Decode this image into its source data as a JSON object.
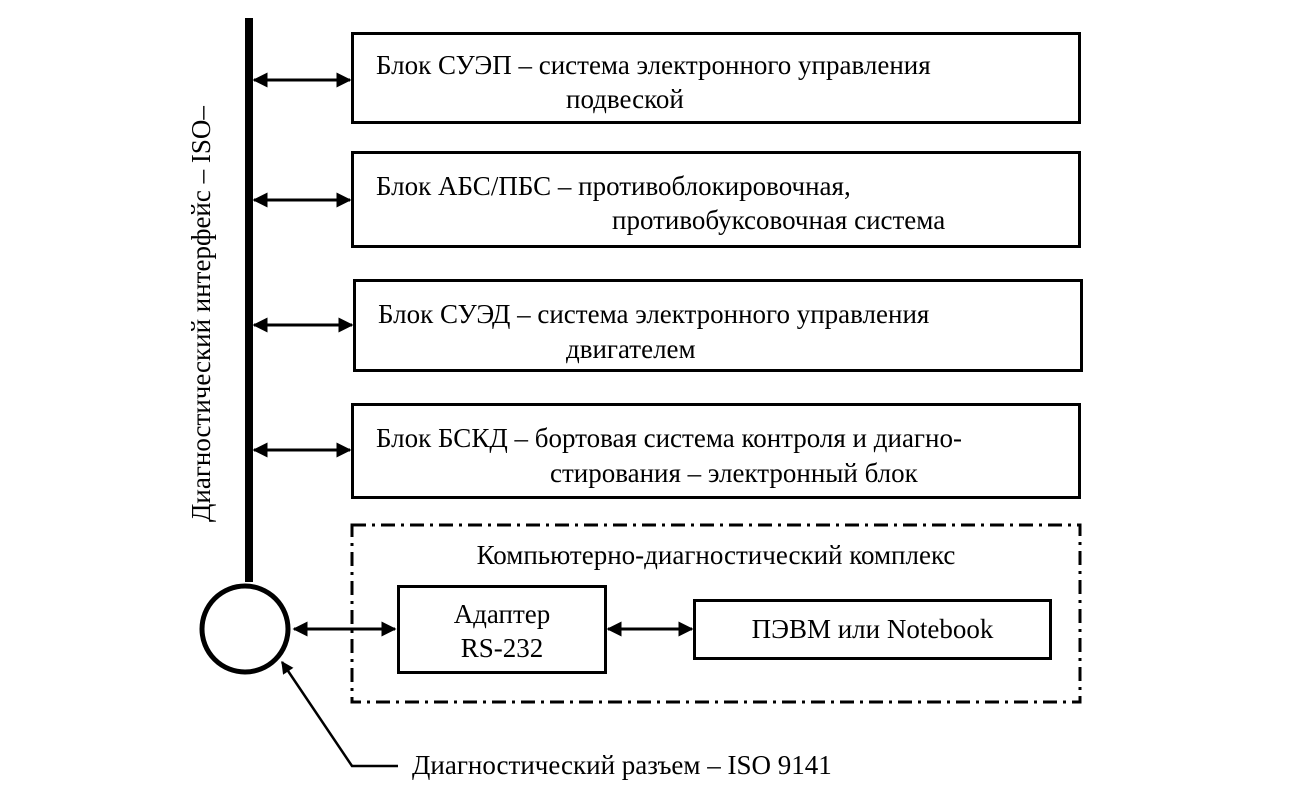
{
  "bus_label": "Диагностический интерфейс – ISO–",
  "blocks": [
    {
      "line1": "Блок СУЭП – система электронного управления",
      "line2": "подвеской"
    },
    {
      "line1": "Блок АБС/ПБС – противоблокировочная,",
      "line2": "противобуксовочная система"
    },
    {
      "line1": "Блок СУЭД – система электронного управления",
      "line2": "двигателем"
    },
    {
      "line1": "Блок БСКД – бортовая система контроля и диагно-",
      "line2": "стирования – электронный блок"
    }
  ],
  "complex": {
    "title": "Компьютерно-диагностический комплекс",
    "adapter_line1": "Адаптер",
    "adapter_line2": "RS-232",
    "pc": "ПЭВМ или Notebook"
  },
  "connector_label": "Диагностический разъем – ISO 9141"
}
